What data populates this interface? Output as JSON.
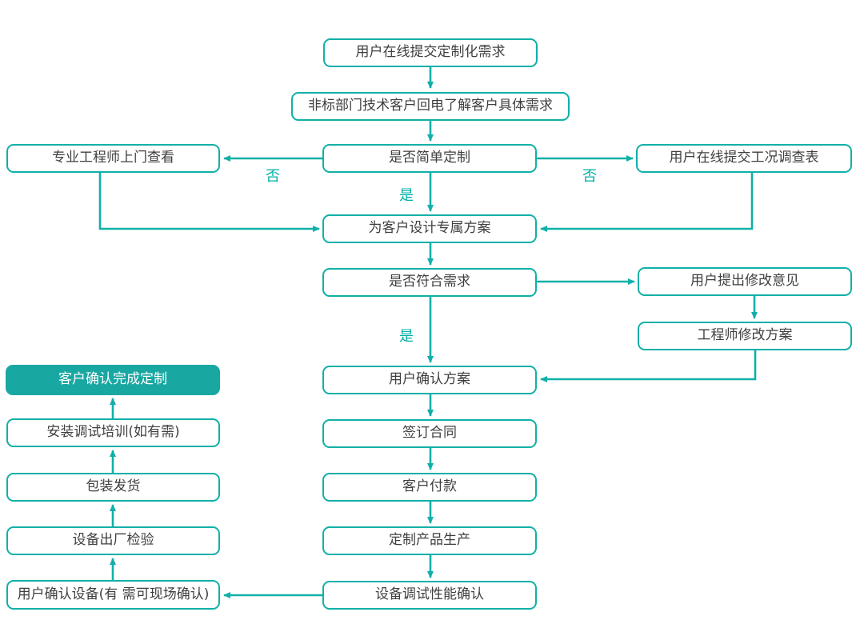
{
  "diagram": {
    "type": "flowchart",
    "language": "zh-CN",
    "colors": {
      "accent_teal": "#10b0a8",
      "filled_node_background": "#19a7a2",
      "filled_node_text": "#ffffff",
      "node_text": "#3f3f3f",
      "edge_label_text": "#00b0a6",
      "background": "#ffffff"
    }
  },
  "nodes": [
    {
      "label": "用户在线提交定制化需求"
    },
    {
      "label": "非标部门技术客户回电了解客户具体需求"
    },
    {
      "label": "是否简单定制"
    },
    {
      "label": "专业工程师上门查看"
    },
    {
      "label": "用户在线提交工况调查表"
    },
    {
      "label": "为客户设计专属方案"
    },
    {
      "label": "是否符合需求"
    },
    {
      "label": "用户提出修改意见"
    },
    {
      "label": "工程师修改方案"
    },
    {
      "label": "用户确认方案"
    },
    {
      "label": "签订合同"
    },
    {
      "label": "客户付款"
    },
    {
      "label": "定制产品生产"
    },
    {
      "label": "设备调试性能确认"
    },
    {
      "label": "客户确认完成定制"
    },
    {
      "label": "安装调试培训(如有需)"
    },
    {
      "label": "包装发货"
    },
    {
      "label": "设备出厂检验"
    },
    {
      "label": "用户确认设备(有 需可现场确认)"
    }
  ],
  "edge_labels": [
    {
      "text": "否"
    },
    {
      "text": "否"
    },
    {
      "text": "是"
    },
    {
      "text": "是"
    }
  ]
}
